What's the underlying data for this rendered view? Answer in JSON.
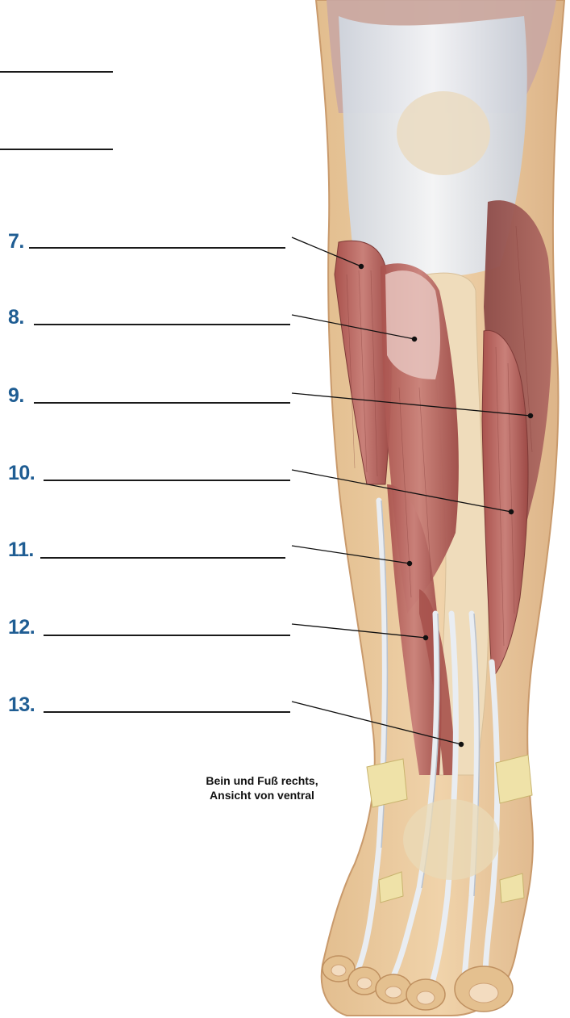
{
  "labels": [
    {
      "number": "7."
    },
    {
      "number": "8."
    },
    {
      "number": "9."
    },
    {
      "number": "10."
    },
    {
      "number": "11."
    },
    {
      "number": "12."
    },
    {
      "number": "13."
    }
  ],
  "caption": {
    "line1": "Bein und Fuß rechts,",
    "line2": "Ansicht von ventral"
  },
  "colors": {
    "label_number": "#1f5d93",
    "skin": "#e8c79b",
    "muscle": "#b7645e",
    "tendon": "#e6e9ee"
  }
}
